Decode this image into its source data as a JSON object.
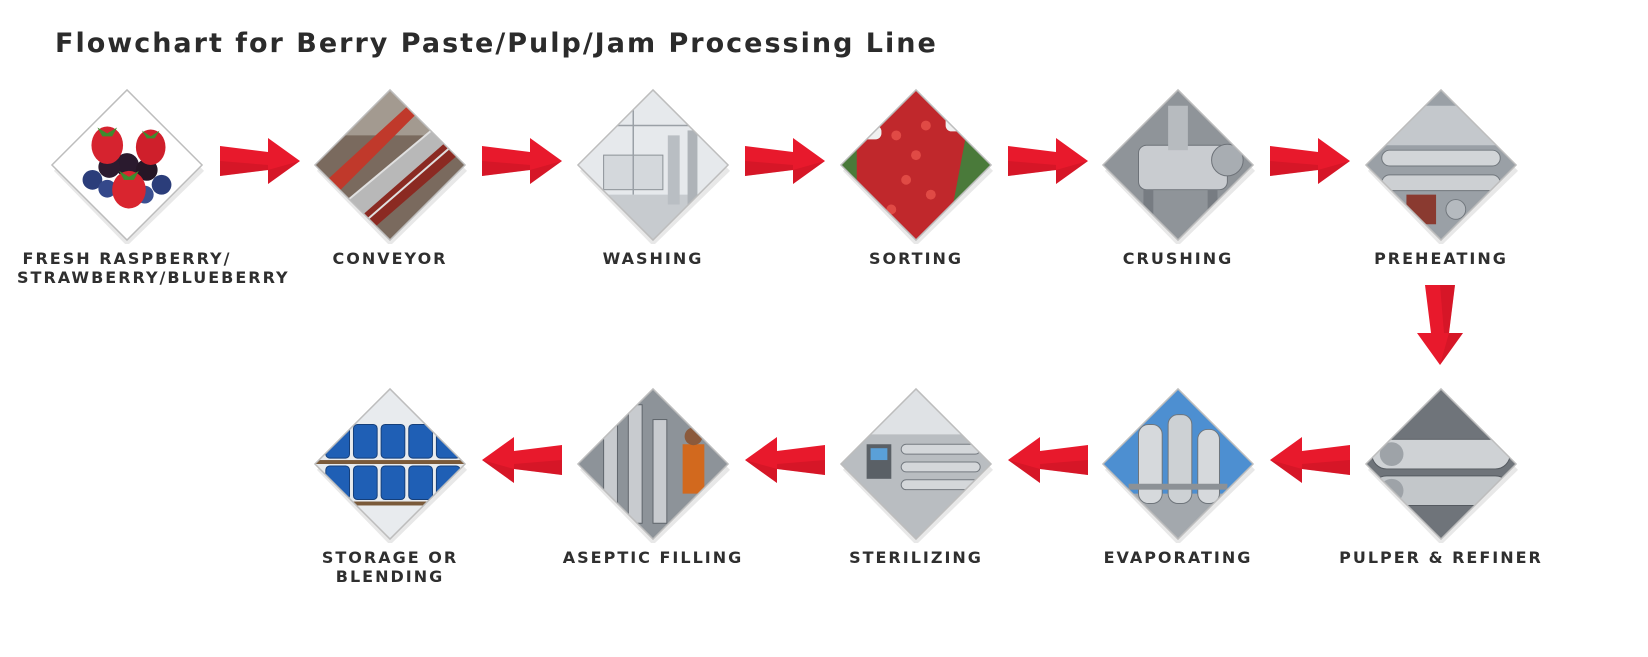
{
  "title": "Flowchart for Berry Paste/Pulp/Jam Processing Line",
  "colors": {
    "arrow": "#e8192c",
    "arrow_dark": "#b5101f",
    "label": "#2f2f2f",
    "frame": "#bdbdbd"
  },
  "steps": [
    {
      "label": "FRESH RASPBERRY/\nSTRAWBERRY/BLUEBERRY",
      "icon": "berries-photo"
    },
    {
      "label": "CONVEYOR",
      "icon": "conveyor-photo"
    },
    {
      "label": "WASHING",
      "icon": "washing-photo"
    },
    {
      "label": "SORTING",
      "icon": "sorting-photo"
    },
    {
      "label": "CRUSHING",
      "icon": "crusher-photo"
    },
    {
      "label": "PREHEATING",
      "icon": "preheater-photo"
    },
    {
      "label": "PULPER & REFINER",
      "icon": "pulper-photo"
    },
    {
      "label": "EVAPORATING",
      "icon": "evaporator-photo"
    },
    {
      "label": "STERILIZING",
      "icon": "sterilizer-photo"
    },
    {
      "label": "ASEPTIC FILLING",
      "icon": "filling-photo"
    },
    {
      "label": "STORAGE OR BLENDING",
      "icon": "drums-photo"
    }
  ]
}
